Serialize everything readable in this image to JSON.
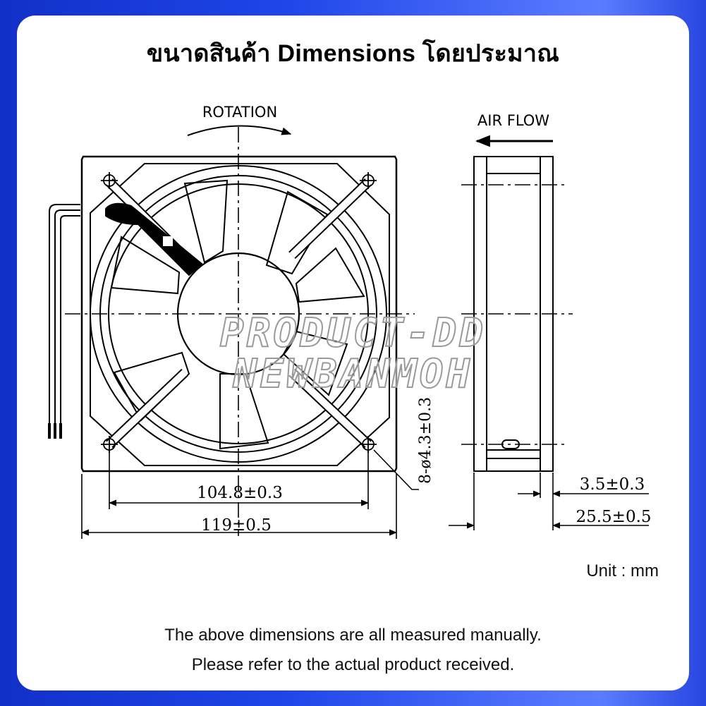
{
  "title": "ขนาดสินค้า Dimensions โดยประมาณ",
  "diagram": {
    "rotation_label": "ROTATION",
    "air_flow_label": "AIR FLOW",
    "hole_spacing": "104.8±0.3",
    "overall_width": "119±0.5",
    "mounting_holes": "8-ø4.3±0.3",
    "frame_thickness": "3.5±0.3",
    "overall_depth": "25.5±0.5"
  },
  "watermark": {
    "line1": "PRODUCT-DD",
    "line2": "NEWBANMOH"
  },
  "unit_note": "Unit : mm",
  "footer": {
    "line1": "The above dimensions are all measured manually.",
    "line2": "Please refer to the actual product received."
  }
}
